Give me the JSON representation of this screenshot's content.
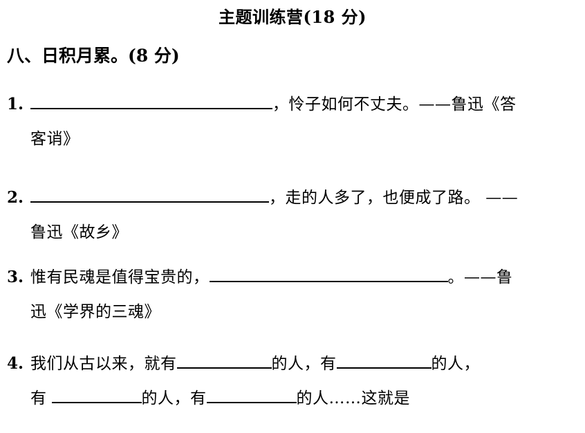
{
  "document": {
    "title": "主题训练营(18 分)",
    "section_heading": "八、日积月累。(8 分)"
  },
  "questions": [
    {
      "number": "1.",
      "lines": [
        {
          "segments": [
            {
              "type": "blank",
              "size": "xl"
            },
            {
              "type": "text",
              "value": "，怜子如何不丈夫。——鲁迅《答"
            }
          ]
        },
        {
          "segments": [
            {
              "type": "text",
              "value": "客诮》"
            }
          ]
        }
      ],
      "line1_after_blank": "，怜子如何不丈夫。——鲁迅《答",
      "line2": "客诮》"
    },
    {
      "number": "2.",
      "line1_after_blank": "，走的人多了，也便成了路。 ——",
      "line2": "鲁迅《故乡》"
    },
    {
      "number": "3.",
      "line1_before_blank": "惟有民魂是值得宝贵的，",
      "line1_after_blank": "。——鲁",
      "line2": "迅《学界的三魂》"
    },
    {
      "number": "4.",
      "line1_before_blank1": "我们从古以来，就有",
      "line1_mid": "的人，有",
      "line1_after_blank2": "的人，",
      "line2_before_blank1": "有",
      "line2_mid": "的人，有",
      "line2_after_blank2": "的人……这就是"
    }
  ],
  "colors": {
    "text": "#000000",
    "background": "#ffffff",
    "rule": "#000000"
  }
}
